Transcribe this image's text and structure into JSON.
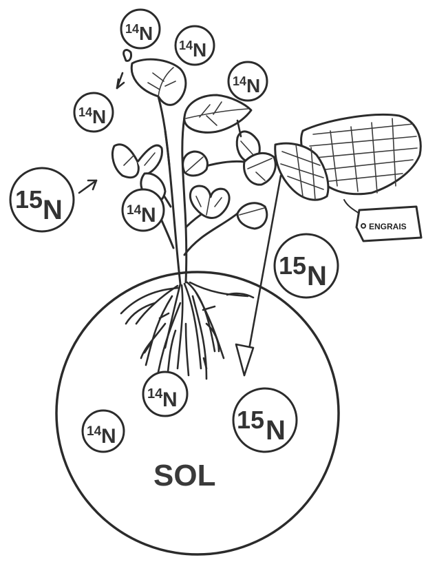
{
  "isotopes": {
    "n14_mass": "14",
    "n15_mass": "15",
    "symbol": "N"
  },
  "soil": {
    "label": "SOL"
  },
  "fertilizer": {
    "tag_label": "ENGRAIS"
  }
}
